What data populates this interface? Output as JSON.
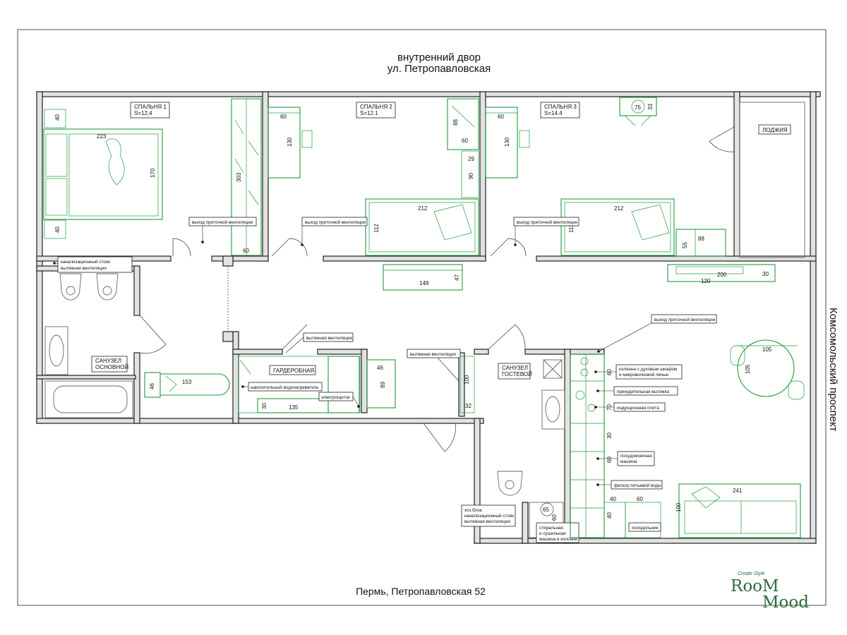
{
  "header": {
    "line1": "внутренний двор",
    "line2": "ул. Петропавловская"
  },
  "footer": {
    "address": "Пермь, Петропавловская 52"
  },
  "street_right": "Комсомольский проспект",
  "logo": {
    "line1": "RooM",
    "line2": "Mood",
    "script": "Create Style"
  },
  "rooms": {
    "bedroom1": {
      "name": "СПАЛЬНЯ 1",
      "area": "S=12,4"
    },
    "bedroom2": {
      "name": "СПАЛЬНЯ 2",
      "area": "S=12.1"
    },
    "bedroom3": {
      "name": "СПАЛЬНЯ 3",
      "area": "S=14.4"
    },
    "loggia": {
      "name": "ЛОДЖИЯ"
    },
    "bath_main": {
      "line1": "САНУЗЕЛ",
      "line2": "ОСНОВНОЙ"
    },
    "wardrobe": {
      "name": "ГАРДЕРОБНАЯ"
    },
    "bath_guest": {
      "line1": "САНУЗЕЛ",
      "line2": "ГОСТЕВОЙ"
    }
  },
  "notes": {
    "vent_in_1": "выход приточной вентиляции",
    "vent_in_2": "выход приточной вентиляции",
    "vent_in_3": "выход приточной вентиляции",
    "vent_in_4": "выход приточной вентиляции",
    "stack_1a": "канализационный стояк",
    "stack_1b": "вытяжная вентиляция",
    "exhaust_1": "вытяжная вентиляция",
    "heater": "накопительный водонагреватель",
    "shield": "электрощиток",
    "exhaust_2": "вытяжная вентиляция",
    "column_a": "колонна с духовым шкафом",
    "column_b": "и микроволновой печью",
    "hood": "принудительная вытяжка",
    "hob": "индукционная плита",
    "dish_a": "посудомоечная",
    "dish_b": "машина",
    "filter": "фильтр питьевой воды",
    "fridge": "холодильник",
    "util_a": "хоз.блок.",
    "util_b": "канализационный стояк",
    "util_c": "вытяжная вентиляция",
    "wash_a": "стиральная",
    "wash_b": "и сушильная",
    "wash_c": "машина в колонне"
  },
  "dims": {
    "d40a": "40",
    "d223": "223",
    "d170": "170",
    "d40b": "40",
    "d303": "303",
    "d60a": "60",
    "d60b": "60",
    "d130a": "130",
    "d88a": "88",
    "d60c": "60",
    "d29": "29",
    "d90": "90",
    "d212a": "212",
    "d112a": "112",
    "d148": "148",
    "d47": "47",
    "d60d": "60",
    "d130b": "130",
    "d75": "75",
    "d33": "33",
    "d212b": "212",
    "d112b": "112",
    "d55": "55",
    "d88b": "88",
    "d200": "200",
    "d30a": "30",
    "d120": "120",
    "d105a": "105",
    "d105b": "105",
    "d46a": "46",
    "d153": "153",
    "d30b": "30",
    "d135": "135",
    "d46b": "46",
    "d89": "89",
    "d100a": "100",
    "d32": "32",
    "d60e": "60",
    "d40c": "40",
    "d30c": "30",
    "d60f": "60",
    "d40d": "40",
    "d60g": "60",
    "d241": "241",
    "d100b": "100",
    "d65": "65",
    "d60h": "60",
    "d70": "70"
  }
}
